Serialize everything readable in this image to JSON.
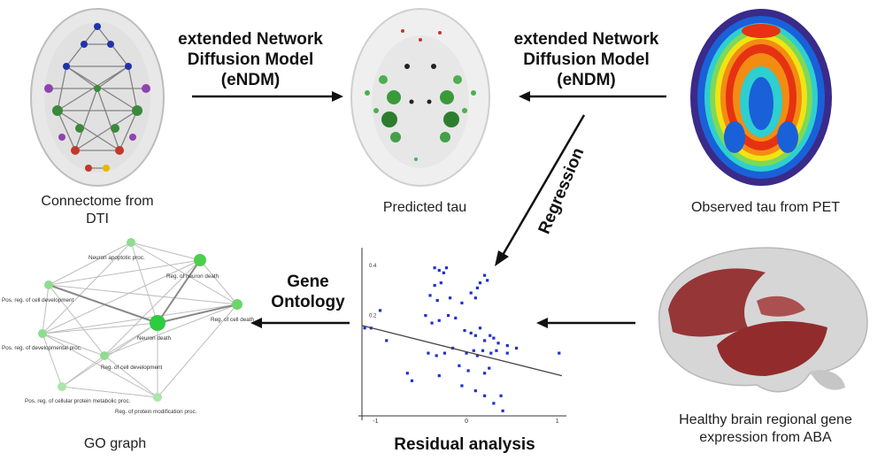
{
  "arrows": {
    "left_label": [
      "extended Network",
      "Diffusion Model",
      "(eNDM)"
    ],
    "right_label": [
      "extended Network",
      "Diffusion Model",
      "(eNDM)"
    ],
    "regression": "Regression",
    "gene_ontology": [
      "Gene",
      "Ontology"
    ]
  },
  "panels": {
    "connectome": [
      "Connectome from",
      "DTI"
    ],
    "predicted": "Predicted tau",
    "observed": "Observed tau from PET",
    "residual": "Residual analysis",
    "genes": [
      "Healthy brain regional gene",
      "expression from ABA"
    ],
    "go_graph": "GO graph"
  },
  "go_nodes": [
    "Neuron apoptotic proc.",
    "Reg. of neuron death",
    "Pos. reg. of cell development",
    "Reg. of cell death",
    "Neuron death",
    "Pos. reg. of developmental proc.",
    "Reg. of cell development",
    "Pos. reg. of cellular protein metabolic proc.",
    "Reg. of protein modification proc."
  ],
  "chart_data": {
    "type": "scatter",
    "x_ticks": [
      "-1",
      "0",
      "1"
    ],
    "y_ticks": [
      "0.4",
      "0.2"
    ],
    "xlim": [
      -1.15,
      1.1
    ],
    "ylim": [
      -0.2,
      0.47
    ],
    "points": [
      [
        -0.35,
        0.39
      ],
      [
        -0.3,
        0.38
      ],
      [
        -0.25,
        0.37
      ],
      [
        -0.22,
        0.39
      ],
      [
        -0.35,
        0.32
      ],
      [
        -0.28,
        0.33
      ],
      [
        -0.4,
        0.28
      ],
      [
        -0.32,
        0.26
      ],
      [
        -0.18,
        0.27
      ],
      [
        -0.05,
        0.25
      ],
      [
        0.05,
        0.29
      ],
      [
        0.12,
        0.31
      ],
      [
        0.15,
        0.33
      ],
      [
        0.1,
        0.27
      ],
      [
        0.2,
        0.36
      ],
      [
        0.23,
        0.34
      ],
      [
        -1.12,
        0.15
      ],
      [
        -1.05,
        0.15
      ],
      [
        -0.95,
        0.22
      ],
      [
        -0.88,
        0.1
      ],
      [
        -0.45,
        0.2
      ],
      [
        -0.38,
        0.17
      ],
      [
        -0.3,
        0.18
      ],
      [
        -0.2,
        0.2
      ],
      [
        -0.12,
        0.19
      ],
      [
        -0.02,
        0.14
      ],
      [
        0.05,
        0.13
      ],
      [
        0.1,
        0.12
      ],
      [
        0.15,
        0.15
      ],
      [
        0.2,
        0.1
      ],
      [
        0.26,
        0.12
      ],
      [
        0.3,
        0.11
      ],
      [
        0.35,
        0.09
      ],
      [
        0.45,
        0.08
      ],
      [
        0.55,
        0.07
      ],
      [
        -0.42,
        0.05
      ],
      [
        -0.33,
        0.04
      ],
      [
        -0.24,
        0.05
      ],
      [
        -0.15,
        0.07
      ],
      [
        0.0,
        0.05
      ],
      [
        0.08,
        0.06
      ],
      [
        0.12,
        0.04
      ],
      [
        0.18,
        0.06
      ],
      [
        0.27,
        0.05
      ],
      [
        0.33,
        0.06
      ],
      [
        0.45,
        0.05
      ],
      [
        1.02,
        0.05
      ],
      [
        -0.65,
        -0.03
      ],
      [
        -0.6,
        -0.06
      ],
      [
        -0.3,
        -0.04
      ],
      [
        -0.05,
        -0.08
      ],
      [
        0.1,
        -0.1
      ],
      [
        0.2,
        -0.12
      ],
      [
        0.3,
        -0.15
      ],
      [
        0.38,
        -0.12
      ],
      [
        0.4,
        -0.18
      ],
      [
        0.2,
        -0.03
      ],
      [
        0.25,
        -0.01
      ],
      [
        -0.08,
        0.0
      ],
      [
        0.02,
        -0.02
      ]
    ],
    "regression_line": [
      [
        -1.15,
        0.16
      ],
      [
        1.05,
        -0.04
      ]
    ]
  }
}
